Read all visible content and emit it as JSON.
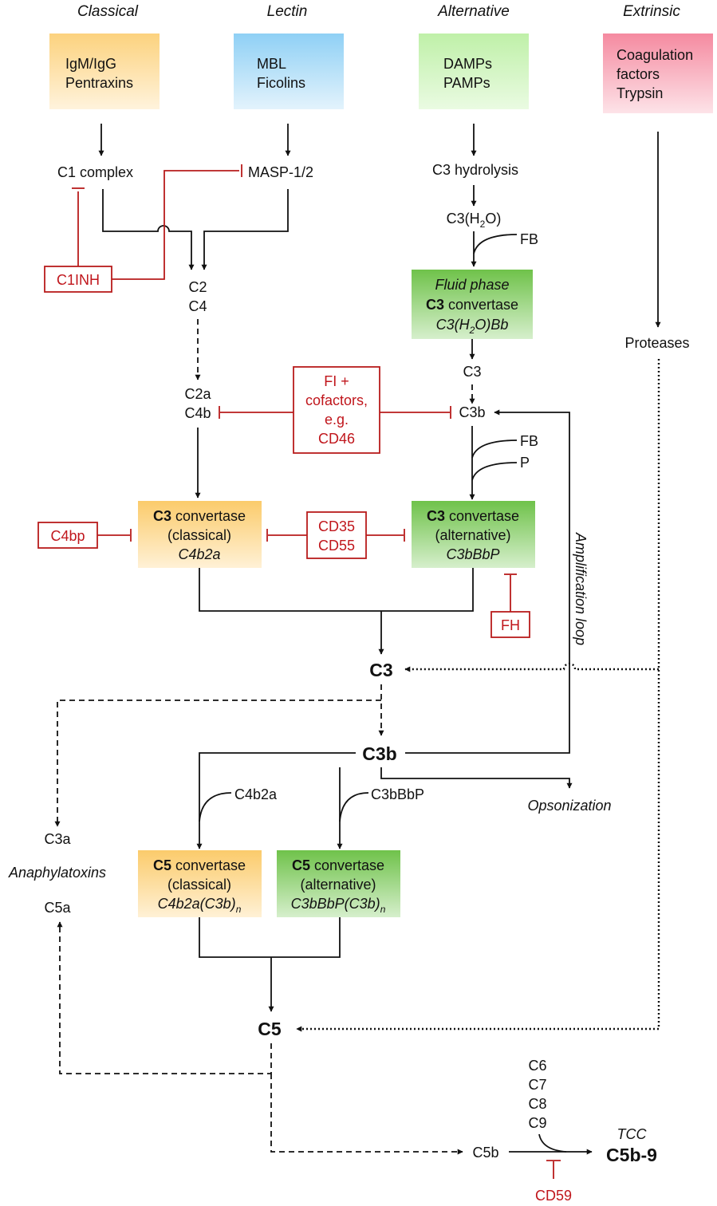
{
  "headers": {
    "classical": "Classical",
    "lectin": "Lectin",
    "alternative": "Alternative",
    "extrinsic": "Extrinsic"
  },
  "triggers": {
    "classical": [
      "IgM/IgG",
      "Pentraxins"
    ],
    "lectin": [
      "MBL",
      "Ficolins"
    ],
    "alternative": [
      "DAMPs",
      "PAMPs"
    ],
    "extrinsic": [
      "Coagulation",
      "factors",
      "Trypsin"
    ]
  },
  "nodes": {
    "c1_complex": "C1 complex",
    "masp": "MASP-1/2",
    "c3_hydrolysis": "C3 hydrolysis",
    "c3h2o_prefix": "C3(H",
    "c3h2o_sub": "2",
    "c3h2o_suffix": "O)",
    "fb1": "FB",
    "c2": "C2",
    "c4": "C4",
    "c3_small": "C3",
    "c2a": "C2a",
    "c4b": "C4b",
    "c3b_small": "C3b",
    "fb2": "FB",
    "p": "P",
    "proteases": "Proteases",
    "c3_big": "C3",
    "c3b_big": "C3b",
    "opsonization": "Opsonization",
    "c4b2a": "C4b2a",
    "c3bbbp": "C3bBbP",
    "c3a": "C3a",
    "anaphylatoxins": "Anaphylatoxins",
    "c5a": "C5a",
    "c5_big": "C5",
    "c6": "C6",
    "c7": "C7",
    "c8": "C8",
    "c9": "C9",
    "c5b": "C5b",
    "tcc": "TCC",
    "c5b9": "C5b-9",
    "amplification_loop": "Amplification loop"
  },
  "boxes": {
    "fluid_phase": {
      "line1": "Fluid phase",
      "line2_bold": "C3",
      "line2_rest": " convertase",
      "line3_a": "C3(H",
      "line3_sub": "2",
      "line3_b": "O)Bb"
    },
    "c3_conv_classical": {
      "bold": "C3",
      "rest": " convertase",
      "line2": "(classical)",
      "line3": "C4b2a"
    },
    "c3_conv_alternative": {
      "bold": "C3",
      "rest": " convertase",
      "line2": "(alternative)",
      "line3": "C3bBbP"
    },
    "c5_conv_classical": {
      "bold": "C5",
      "rest": " convertase",
      "line2": "(classical)",
      "line3": "C4b2a(C3b)",
      "line3_sub": "n"
    },
    "c5_conv_alternative": {
      "bold": "C5",
      "rest": " convertase",
      "line2": "(alternative)",
      "line3": "C3bBbP(C3b)",
      "line3_sub": "n"
    }
  },
  "regulators": {
    "c1inh": "C1INH",
    "fi_cofactors": [
      "FI +",
      "cofactors,",
      "e.g.",
      "CD46"
    ],
    "c4bp": "C4bp",
    "cd35_cd55": [
      "CD35",
      "CD55"
    ],
    "fh": "FH",
    "cd59": "CD59"
  },
  "colors": {
    "classical_box": "#fcd27e",
    "lectin_box": "#8fd0f5",
    "alternative_box": "#bff0a8",
    "extrinsic_box": "#f58aa0",
    "convertase_alternative": "#6fc24a",
    "inhibitor_red": "#c0161c"
  }
}
